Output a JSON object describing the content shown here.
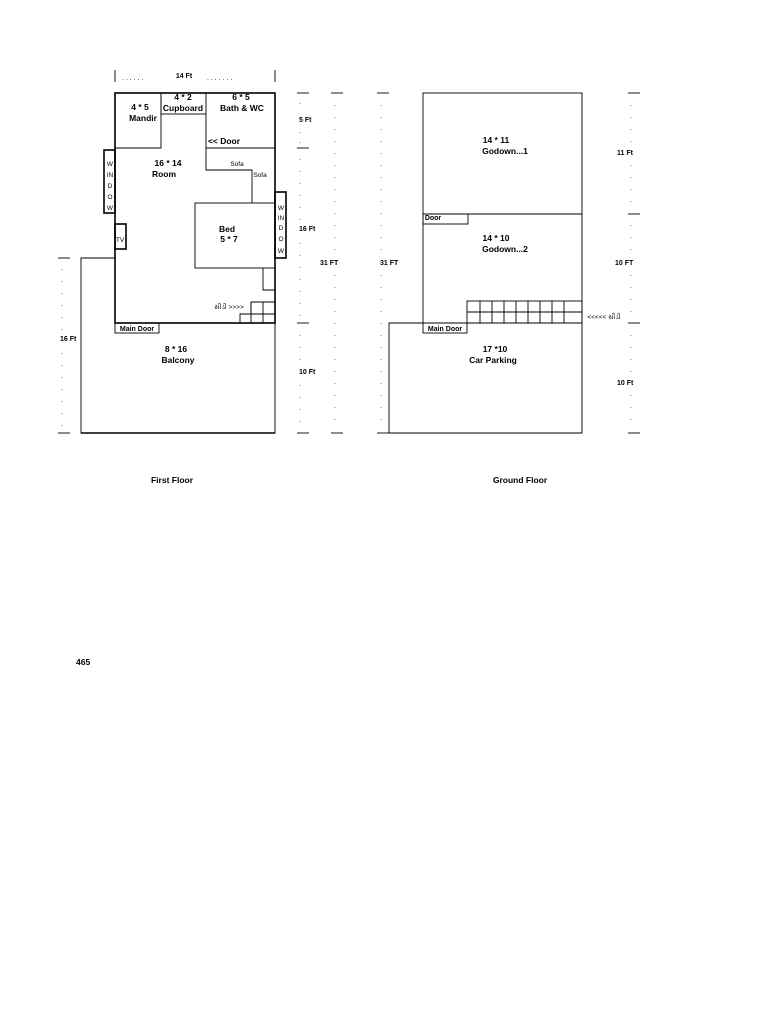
{
  "first_floor": {
    "caption": "First Floor",
    "top_dimension": "14 Ft",
    "rooms": {
      "mandir": {
        "size": "4 * 5",
        "name": "Mandir"
      },
      "cupboard": {
        "size": "4 * 2",
        "name": "Cupboard"
      },
      "bath": {
        "size": "6 * 5",
        "name": "Bath & WC"
      },
      "room": {
        "size": "16 * 14",
        "name": "Room"
      },
      "bed": {
        "name": "Bed",
        "size": "5 * 7"
      },
      "balcony": {
        "size": "8 * 16",
        "name": "Balcony"
      }
    },
    "door_label": "<< Door",
    "sofa_1": "Sofa",
    "sofa_2": "Sofa",
    "tv": "TV",
    "window_letters": [
      "W",
      "IN",
      "D",
      "O",
      "W"
    ],
    "window_right_letters": [
      "W",
      "IN",
      "D",
      "O",
      "W"
    ],
    "stairs_label": "સીડી >>>>",
    "main_door": "Main Door",
    "left_dimension": "16 Ft",
    "right_dimensions": [
      "5 Ft",
      "16 Ft",
      "10 Ft"
    ],
    "total_height": "31 FT"
  },
  "ground_floor": {
    "caption": "Ground Floor",
    "total_height": "31 FT",
    "rooms": {
      "godown1": {
        "size": "14 * 11",
        "name": "Godown...1"
      },
      "godown2": {
        "size": "14 * 10",
        "name": "Godown...2"
      },
      "parking": {
        "size": "17 *10",
        "name": "Car Parking"
      }
    },
    "door": "Door",
    "main_door": "Main Door",
    "stairs_label": "<<<<< સીડી",
    "right_dimensions": [
      "11 Ft",
      "10 FT",
      "10 Ft"
    ]
  },
  "page_number": "465"
}
